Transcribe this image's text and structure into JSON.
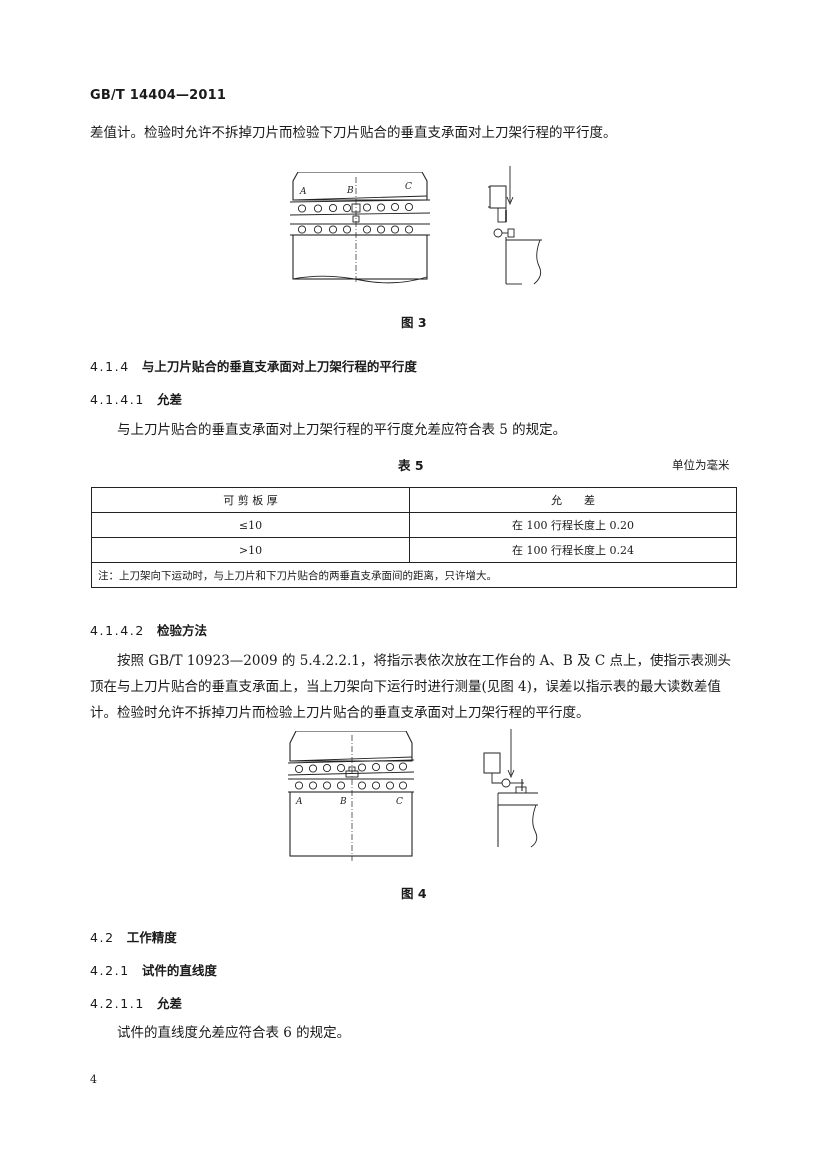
{
  "header": {
    "standard": "GB/T 14404—2011"
  },
  "para_top": "差值计。检验时允许不拆掉刀片而检验下刀片贴合的垂直支承面对上刀架行程的平行度。",
  "figure3": {
    "caption": "图 3",
    "labels": [
      "A",
      "B",
      "C"
    ]
  },
  "sec_4_1_4": {
    "num": "4.1.4",
    "title": "与上刀片贴合的垂直支承面对上刀架行程的平行度"
  },
  "sec_4_1_4_1": {
    "num": "4.1.4.1",
    "title": "允差"
  },
  "para_4_1_4_1": "与上刀片贴合的垂直支承面对上刀架行程的平行度允差应符合表 5 的规定。",
  "table5": {
    "title": "表 5",
    "unit": "单位为毫米",
    "headers": [
      "可 剪 板 厚",
      "允　　差"
    ],
    "rows": [
      [
        "≤10",
        "在 100 行程长度上 0.20"
      ],
      [
        ">10",
        "在 100 行程长度上 0.24"
      ]
    ],
    "note": "注：上刀架向下运动时，与上刀片和下刀片贴合的两垂直支承面间的距离，只许增大。"
  },
  "sec_4_1_4_2": {
    "num": "4.1.4.2",
    "title": "检验方法"
  },
  "para_4_1_4_2": "按照 GB/T 10923—2009 的 5.4.2.2.1，将指示表依次放在工作台的 A、B 及 C 点上，使指示表测头顶在与上刀片贴合的垂直支承面上，当上刀架向下运行时进行测量(见图 4)，误差以指示表的最大读数差值计。检验时允许不拆掉刀片而检验上刀片贴合的垂直支承面对上刀架行程的平行度。",
  "figure4": {
    "caption": "图 4",
    "labels": [
      "A",
      "B",
      "C"
    ]
  },
  "sec_4_2": {
    "num": "4.2",
    "title": "工作精度"
  },
  "sec_4_2_1": {
    "num": "4.2.1",
    "title": "试件的直线度"
  },
  "sec_4_2_1_1": {
    "num": "4.2.1.1",
    "title": "允差"
  },
  "para_4_2_1_1": "试件的直线度允差应符合表 6 的规定。",
  "page_number": "4"
}
